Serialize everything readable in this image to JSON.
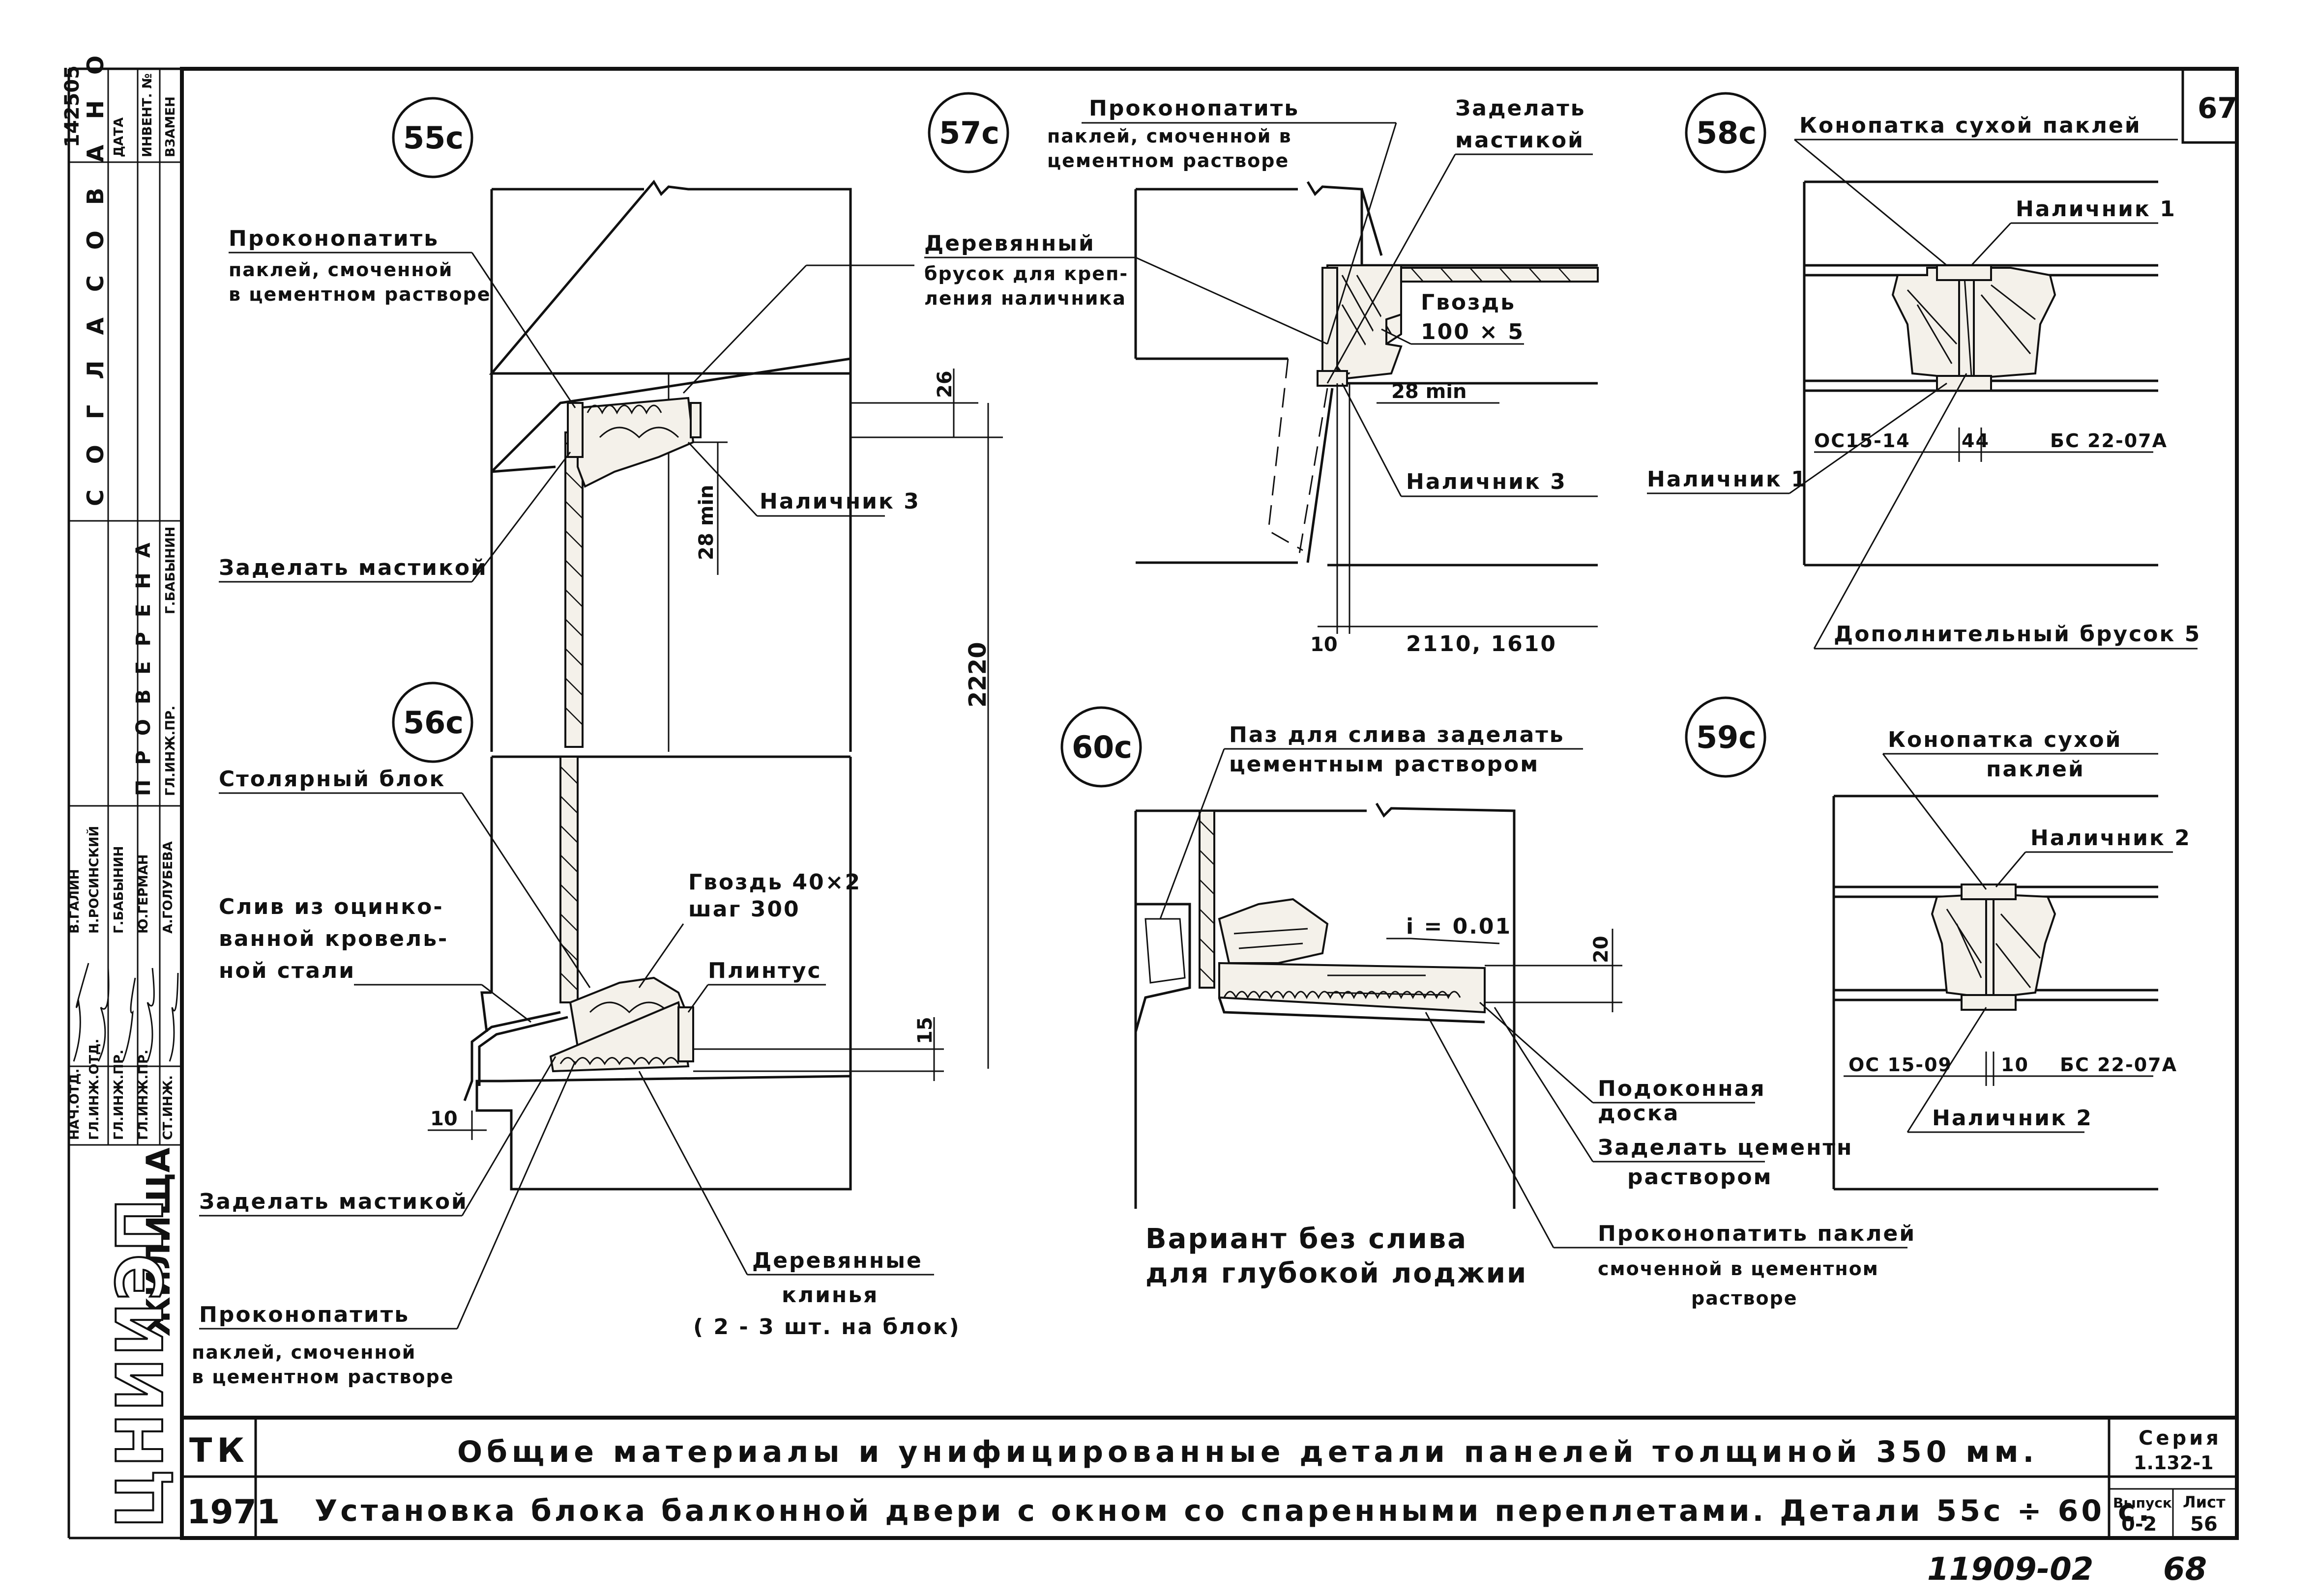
{
  "margin_stamp": {
    "top_number": "142505",
    "agreed_title": "СОГЛАСОВАНО",
    "registry_cols": [
      "ДАТА",
      "ИНВЕНТ. №",
      "ВЗАМЕН"
    ],
    "checked_title": "ПРОВЕРЕНА",
    "checked_cols": [
      "ГЛ.ИНЖ.ПР.",
      "Г.БАБЫНИН"
    ],
    "roles": [
      "НАЧ.ОТД.",
      "ГЛ.ИНЖ.ОТД.",
      "ГЛ.ИНЖ.ПР.",
      "ГЛ.ИНЖ.ПР.",
      "СТ.ИНЖ."
    ],
    "names": [
      "В.ГАЛИН",
      "Н.РОСИНСКИЙ",
      "Г.БАБЫНИН",
      "Ю.ГЕРМАН",
      "А.ГОЛУБЕВА"
    ],
    "institute_logo": "ЦНИИЭП",
    "institute_name": "ЖИЛИЩА"
  },
  "sheet_number": "67",
  "details": {
    "d55": {
      "tag": "55с",
      "caulk_line1": "Проконопатить",
      "caulk_line2": "паклей, смоченной",
      "caulk_line3": "в цементном растворе",
      "mastic": "Заделать мастикой",
      "trim": "Наличник 3",
      "min_dim": "28 min",
      "dim_top": "26",
      "dim_height": "2220"
    },
    "d56": {
      "tag": "56с",
      "joinery": "Столярный блок",
      "drip_line1": "Слив из оцинко-",
      "drip_line2": "ванной кровель-",
      "drip_line3": "ной стали",
      "nail_line1": "Гвоздь 40×2",
      "nail_line2": "шаг 300",
      "plinth": "Плинтус",
      "dim_left": "10",
      "dim_right": "15",
      "mastic": "Заделать мастикой",
      "wedges_line1": "Деревянные",
      "wedges_line2": "клинья",
      "wedges_line3": "( 2 - 3 шт. на блок)",
      "caulk_line1": "Проконопатить",
      "caulk_line2": "паклей, смоченной",
      "caulk_line3": "в цементном растворе"
    },
    "d57": {
      "tag": "57с",
      "caulk_line1": "Проконопатить",
      "caulk_line2": "паклей, смоченной в",
      "caulk_line3": "цементном растворе",
      "mastic_line1": "Заделать",
      "mastic_line2": "мастикой",
      "bar_line1": "Деревянный",
      "bar_line2": "брусок для креп-",
      "bar_line3": "ления наличника",
      "nail_line1": "Гвоздь",
      "nail_line2": "100 × 5",
      "min_dim": "28 min",
      "trim": "Наличник 3",
      "dim_small": "10",
      "dim_sizes": "2110, 1610"
    },
    "d58": {
      "tag": "58с",
      "caulk": "Конопатка сухой паклей",
      "trim_top": "Наличник 1",
      "trim_left": "Наличник 1",
      "left_code": "ОС15-14",
      "gap": "44",
      "right_code": "БС 22-07А",
      "extra_bar": "Дополнительный брусок 5"
    },
    "d59": {
      "tag": "59с",
      "caulk_line1": "Конопатка сухой",
      "caulk_line2": "паклей",
      "trim_top": "Наличник 2",
      "left_code": "ОС 15-09",
      "gap": "10",
      "right_code": "БС 22-07А",
      "trim_bottom": "Наличник 2"
    },
    "d60": {
      "tag": "60с",
      "groove_line1": "Паз для слива заделать",
      "groove_line2": "цементным раствором",
      "slope": "i = 0.01",
      "dim": "20",
      "sill_line1": "Подоконная",
      "sill_line2": "доска",
      "seal_line1": "Заделать цементн",
      "seal_line2": "раствором",
      "caulk_line1": "Проконопатить паклей",
      "caulk_line2": "смоченной в цементном",
      "caulk_line3": "растворе",
      "variant_line1": "Вариант без слива",
      "variant_line2": "для глубокой лоджии"
    }
  },
  "title_block": {
    "code_top": "ТК",
    "year": "1971",
    "title_line1": "Общие материалы и унифицированные детали панелей толщиной 350 мм.",
    "title_line2": "Установка блока балконной двери с окном со спаренными переплетами. Детали 55с ÷ 60 с.",
    "series_label": "Серия",
    "series_value": "1.132-1",
    "issue_label": "Выпуск",
    "issue_value": "0-2",
    "sheet_label": "Лист",
    "sheet_value": "56"
  },
  "footer": {
    "archive_number": "11909-02",
    "page_number": "68"
  }
}
